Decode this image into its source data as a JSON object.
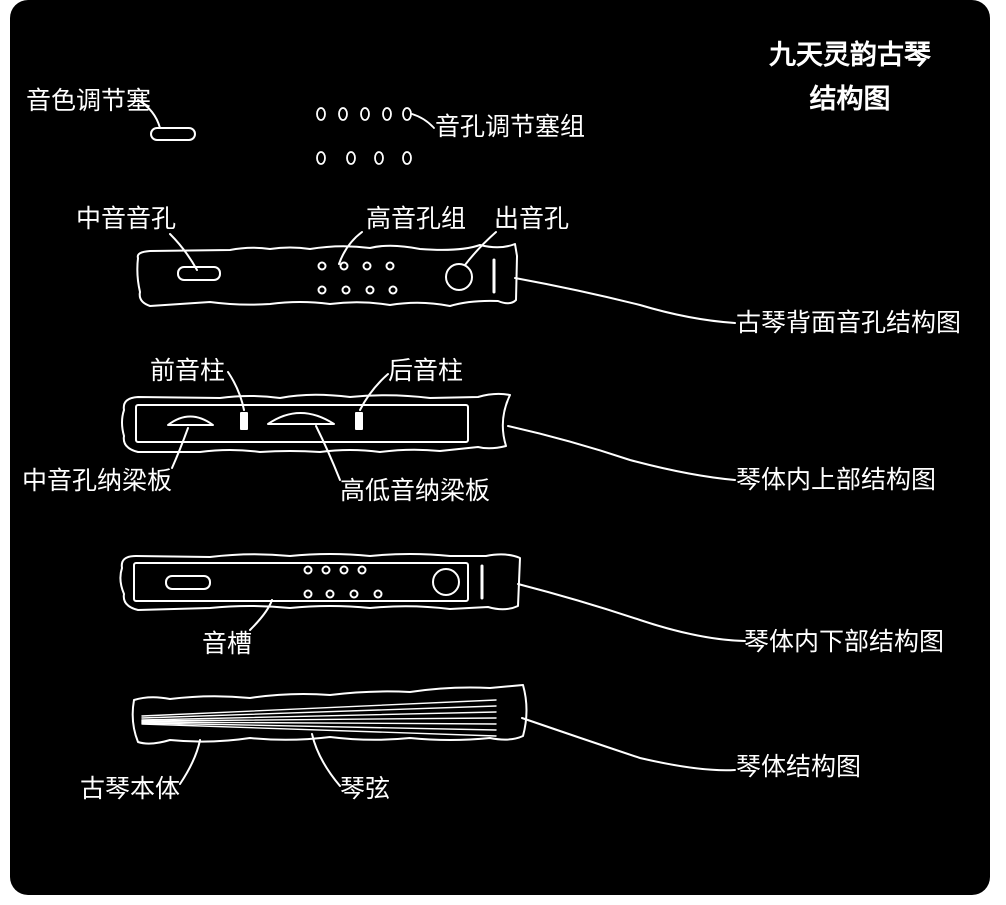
{
  "title": {
    "line1": "九天灵韵古琴",
    "line2": "结构图"
  },
  "labels": {
    "tone_plug": "音色调节塞",
    "hole_plug_group": "音孔调节塞组",
    "mid_hole": "中音音孔",
    "high_hole_group": "高音孔组",
    "sound_outlet": "出音孔",
    "back_view": "古琴背面音孔结构图",
    "front_pillar": "前音柱",
    "rear_pillar": "后音柱",
    "mid_hole_beam": "中音孔纳梁板",
    "hilo_beam": "高低音纳梁板",
    "upper_inner_view": "琴体内上部结构图",
    "sound_groove": "音槽",
    "lower_inner_view": "琴体内下部结构图",
    "body": "古琴本体",
    "strings": "琴弦",
    "body_view": "琴体结构图"
  },
  "colors": {
    "background": "#000000",
    "line": "#ffffff",
    "page": "#ffffff"
  }
}
